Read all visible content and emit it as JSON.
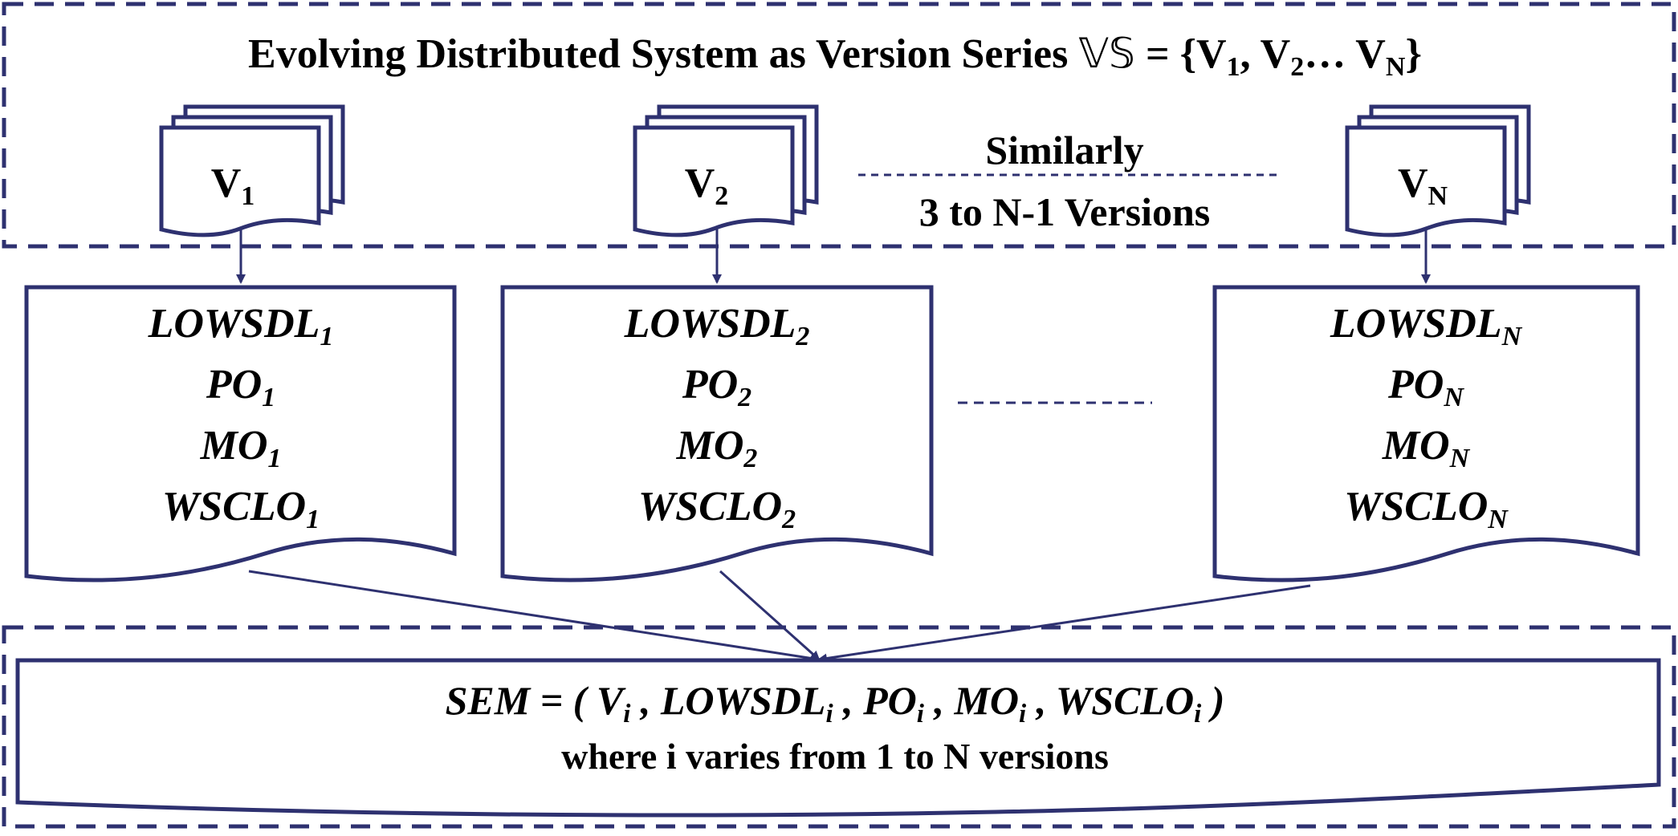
{
  "colors": {
    "stroke": "#2e3170",
    "text": "#000000",
    "background": "#ffffff"
  },
  "title": {
    "text": "Evolving Distributed System as Version Series ",
    "symbol": "𝕍𝕊",
    "set_open": " = {V",
    "s1": "1",
    "sep1": ", V",
    "s2": "2",
    "sep2": "… V",
    "sN": "N",
    "set_close": "}"
  },
  "versions": [
    {
      "base": "V",
      "sub": "1"
    },
    {
      "base": "V",
      "sub": "2"
    },
    {
      "base": "V",
      "sub": "N"
    }
  ],
  "similarly": {
    "line1": "Similarly",
    "line2": "3 to N-1 Versions"
  },
  "models": [
    {
      "lowsdl": "LOWSDL",
      "po": "PO",
      "mo": "MO",
      "wsclo": "WSCLO",
      "sub": "1"
    },
    {
      "lowsdl": "LOWSDL",
      "po": "PO",
      "mo": "MO",
      "wsclo": "WSCLO",
      "sub": "2"
    },
    {
      "lowsdl": "LOWSDL",
      "po": "PO",
      "mo": "MO",
      "wsclo": "WSCLO",
      "sub": "N"
    }
  ],
  "sem": {
    "prefix": "SEM = ( ",
    "v": "V",
    "lowsdl": "LOWSDL",
    "po": "PO",
    "mo": "MO",
    "wsclo": "WSCLO",
    "sub": "i",
    "comma": " , ",
    "close": " )",
    "line2": "where i varies from 1 to N versions"
  }
}
